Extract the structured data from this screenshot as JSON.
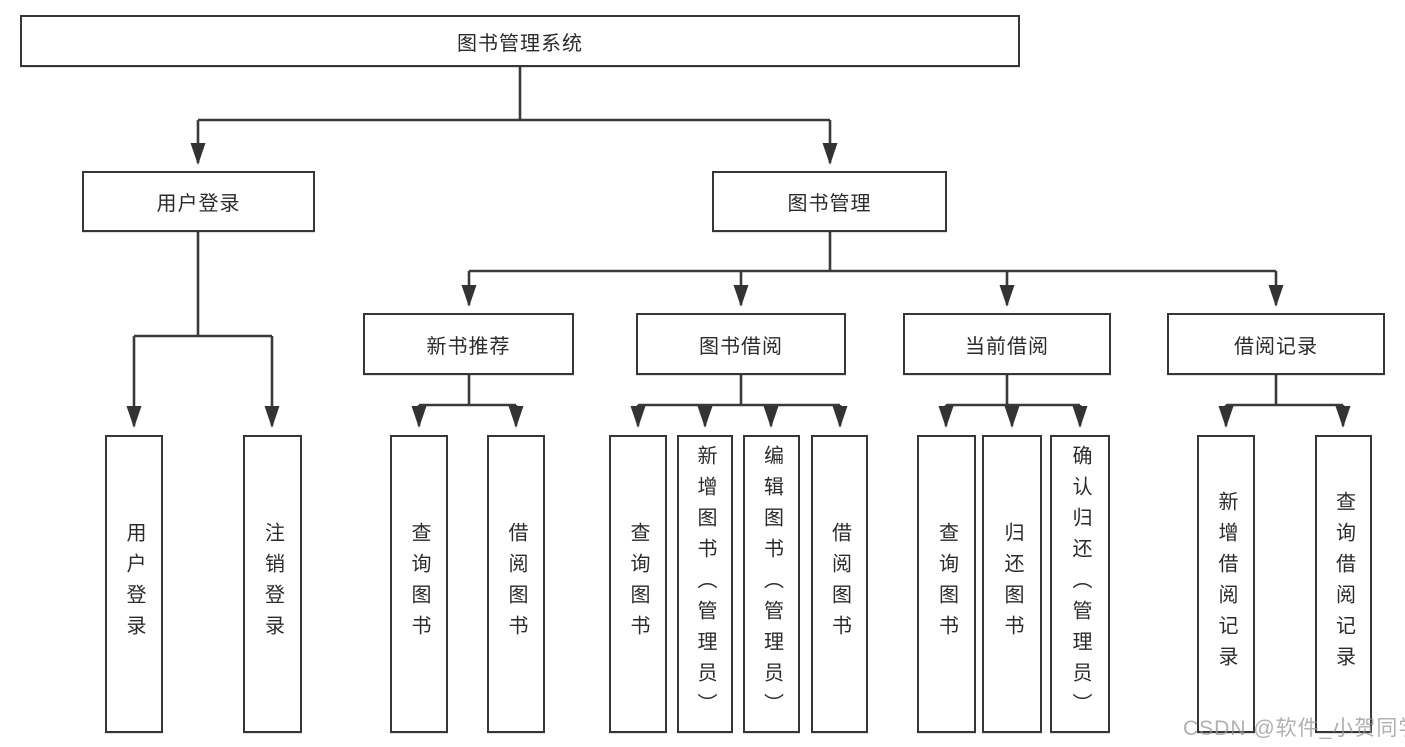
{
  "diagram": {
    "watermark": "CSDN @软件_小贺同学",
    "colors": {
      "line": "#3a3a3a",
      "border": "#363636",
      "text": "#2b2b2b",
      "watermark": "#969696"
    },
    "tree": {
      "label": "图书管理系统",
      "children": [
        {
          "label": "用户登录",
          "children": [
            {
              "label": "用户登录"
            },
            {
              "label": "注销登录"
            }
          ]
        },
        {
          "label": "图书管理",
          "children": [
            {
              "label": "新书推荐",
              "children": [
                {
                  "label": "查询图书"
                },
                {
                  "label": "借阅图书"
                }
              ]
            },
            {
              "label": "图书借阅",
              "children": [
                {
                  "label": "查询图书"
                },
                {
                  "label": "新增图书（管理员）"
                },
                {
                  "label": "编辑图书（管理员）"
                },
                {
                  "label": "借阅图书"
                }
              ]
            },
            {
              "label": "当前借阅",
              "children": [
                {
                  "label": "查询图书"
                },
                {
                  "label": "归还图书"
                },
                {
                  "label": "确认归还（管理员）"
                }
              ]
            },
            {
              "label": "借阅记录",
              "children": [
                {
                  "label": "新增借阅记录"
                },
                {
                  "label": "查询借阅记录"
                }
              ]
            }
          ]
        }
      ]
    }
  }
}
